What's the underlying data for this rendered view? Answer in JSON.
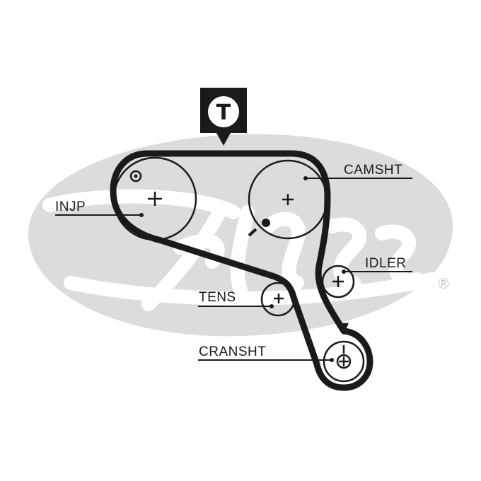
{
  "diagram": {
    "timing_mark": "T",
    "labels": {
      "injp": "INJP",
      "camsht": "CAMSHT",
      "idler": "IDLER",
      "tens": "TENS",
      "cransht": "CRANSHT"
    },
    "logo": {
      "text": "Gates",
      "registered_mark": "®"
    },
    "colors": {
      "ink": "#1a1a1a",
      "logo_fill": "#dcdcdc"
    }
  }
}
